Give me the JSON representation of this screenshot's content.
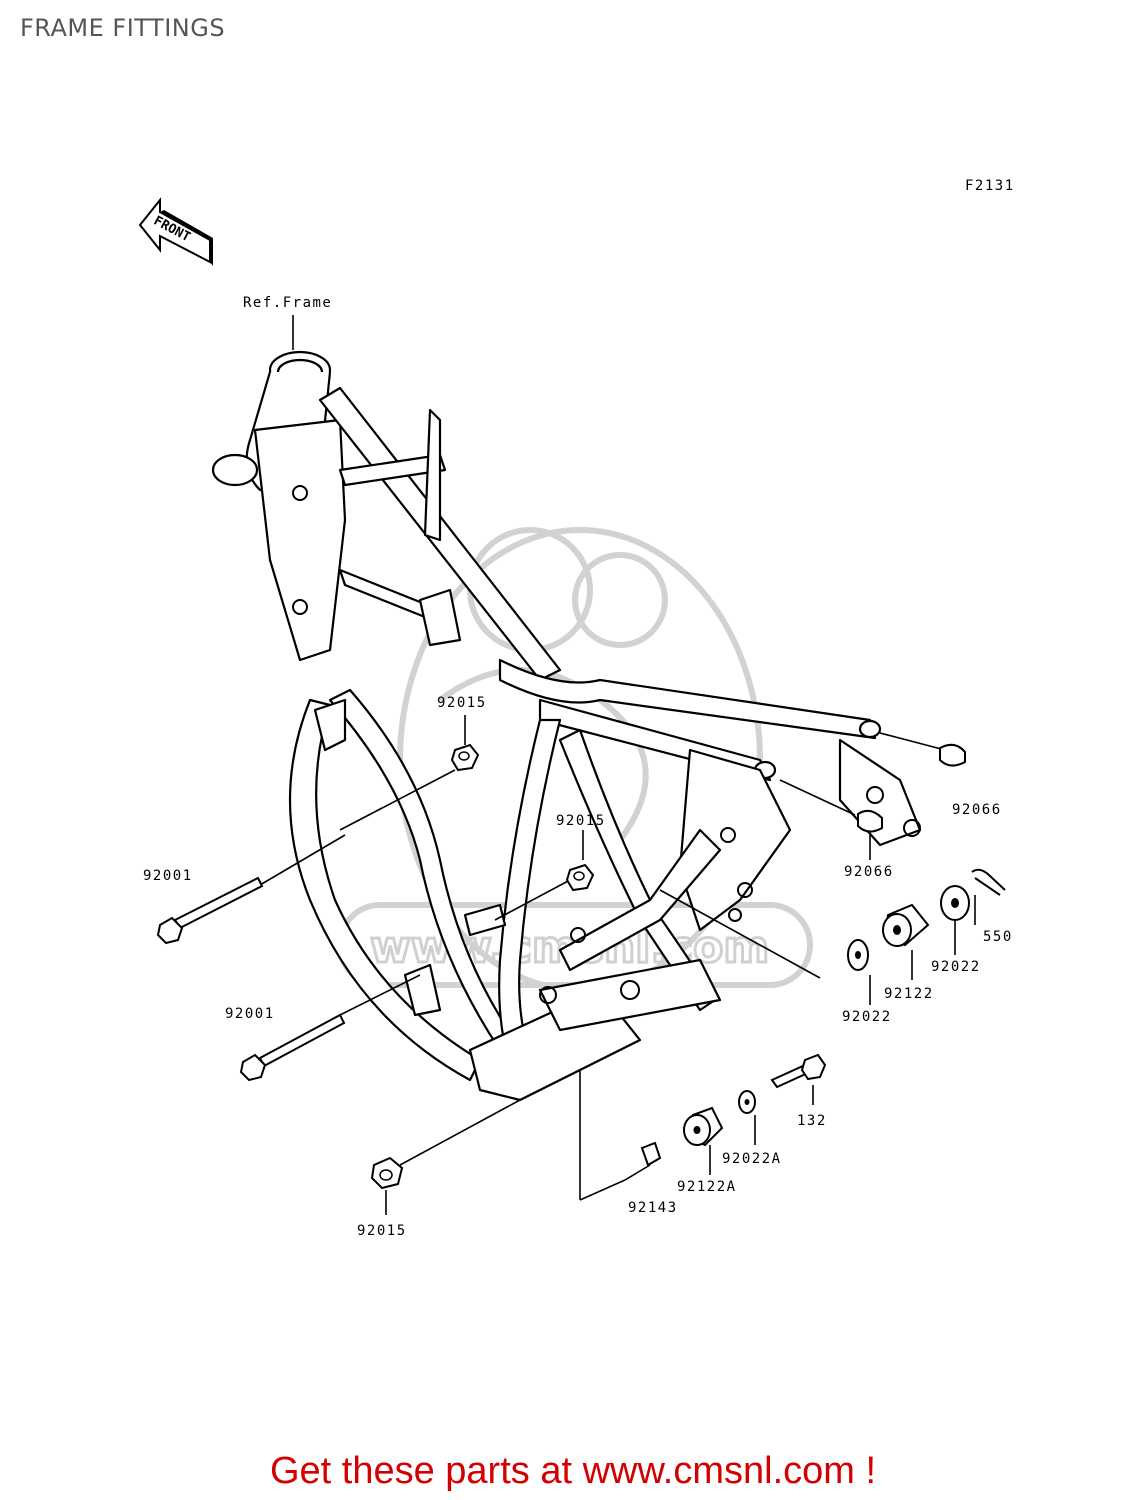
{
  "page_title": "FRAME FITTINGS",
  "diagram_code": "F2131",
  "front_arrow_label": "FRONT",
  "ref_frame_label": "Ref.Frame",
  "watermark_text": "www.cmsnl.com",
  "footer_text": "Get these parts at www.cmsnl.com !",
  "colors": {
    "footer": "#d40000",
    "title": "#555555",
    "lines": "#000000",
    "watermark": "#d0d0d0"
  },
  "parts": {
    "p92015_upper": "92015",
    "p92015_middle": "92015",
    "p92015_lower": "92015",
    "p92001_upper": "92001",
    "p92001_lower": "92001",
    "p92066_right": "92066",
    "p92066_left": "92066",
    "p550": "550",
    "p92022_right": "92022",
    "p92122": "92122",
    "p92022_left": "92022",
    "p132": "132",
    "p92022A": "92022A",
    "p92122A": "92122A",
    "p92143": "92143"
  }
}
